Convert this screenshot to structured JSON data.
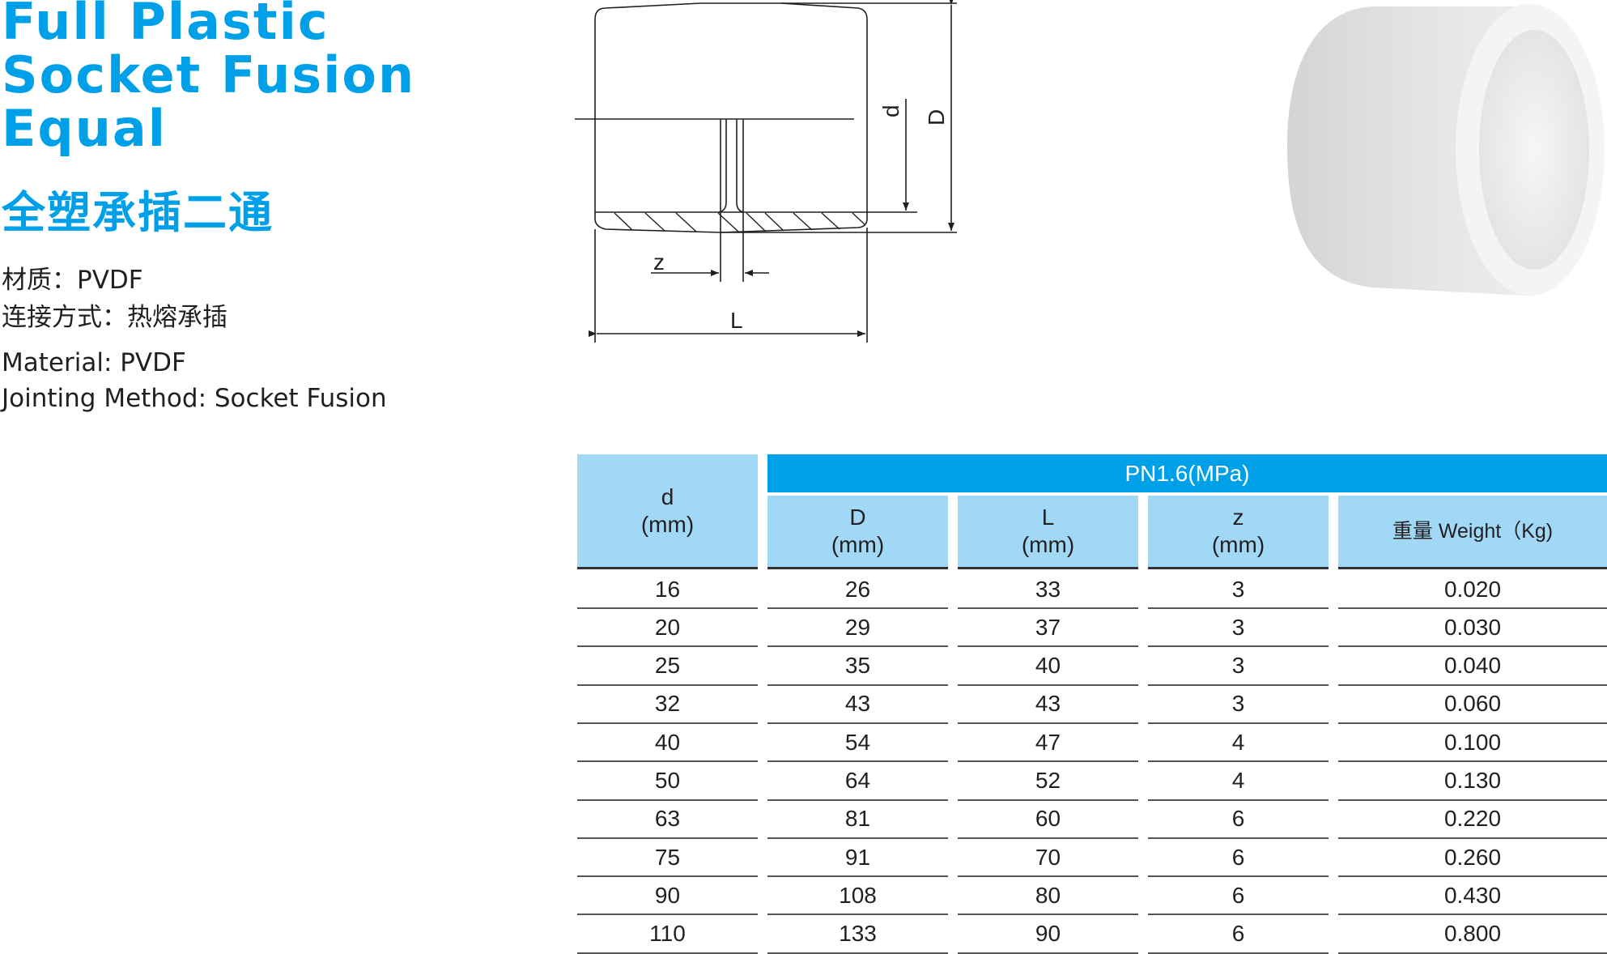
{
  "title": {
    "line1": "Full Plastic",
    "line2": "Socket Fusion",
    "line3": "Equal",
    "cn": "全塑承插二通"
  },
  "specs": {
    "cn_material": "材质：PVDF",
    "cn_jointing": "连接方式：热熔承插",
    "en_material": "Material: PVDF",
    "en_jointing": "Jointing Method: Socket Fusion"
  },
  "diagram": {
    "label_d": "d",
    "label_D": "D",
    "label_z": "z",
    "label_L": "L"
  },
  "table": {
    "group_header": "PN1.6(MPa)",
    "headers": [
      {
        "name": "d",
        "unit": "(mm)"
      },
      {
        "name": "D",
        "unit": "(mm)"
      },
      {
        "name": "L",
        "unit": "(mm)"
      },
      {
        "name": "z",
        "unit": "(mm)"
      },
      {
        "name": "重量 Weight（Kg)",
        "unit": ""
      }
    ],
    "rows": [
      [
        "16",
        "26",
        "33",
        "3",
        "0.020"
      ],
      [
        "20",
        "29",
        "37",
        "3",
        "0.030"
      ],
      [
        "25",
        "35",
        "40",
        "3",
        "0.040"
      ],
      [
        "32",
        "43",
        "43",
        "3",
        "0.060"
      ],
      [
        "40",
        "54",
        "47",
        "4",
        "0.100"
      ],
      [
        "50",
        "64",
        "52",
        "4",
        "0.130"
      ],
      [
        "63",
        "81",
        "60",
        "6",
        "0.220"
      ],
      [
        "75",
        "91",
        "70",
        "6",
        "0.260"
      ],
      [
        "90",
        "108",
        "80",
        "6",
        "0.430"
      ],
      [
        "110",
        "133",
        "90",
        "6",
        "0.800"
      ]
    ]
  },
  "colors": {
    "accent": "#00a0e9",
    "header_light": "#a0d8f5"
  }
}
